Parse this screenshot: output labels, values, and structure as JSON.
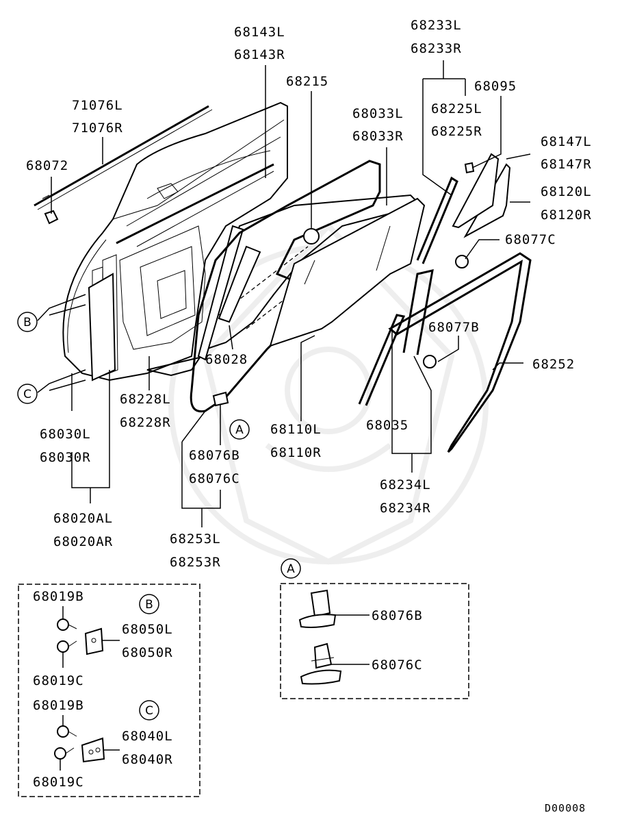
{
  "diagram_code": "D00008",
  "labels": {
    "p71076L": "71076L",
    "p71076R": "71076R",
    "p68072": "68072",
    "p68143L": "68143L",
    "p68143R": "68143R",
    "p68215": "68215",
    "p68233L": "68233L",
    "p68233R": "68233R",
    "p68095": "68095",
    "p68225L": "68225L",
    "p68225R": "68225R",
    "p68033L": "68033L",
    "p68033R": "68033R",
    "p68147L": "68147L",
    "p68147R": "68147R",
    "p68120L": "68120L",
    "p68120R": "68120R",
    "p68077C": "68077C",
    "p68077B": "68077B",
    "p68252": "68252",
    "p68028": "68028",
    "p68228L": "68228L",
    "p68228R": "68228R",
    "p68030L": "68030L",
    "p68030R": "68030R",
    "p68020AL": "68020AL",
    "p68020AR": "68020AR",
    "p68076B": "68076B",
    "p68076C": "68076C",
    "p68253L": "68253L",
    "p68253R": "68253R",
    "p68110L": "68110L",
    "p68110R": "68110R",
    "p68035": "68035",
    "p68234L": "68234L",
    "p68234R": "68234R"
  },
  "callouts": {
    "A": "A",
    "B": "B",
    "C": "C"
  },
  "inset_B": {
    "bolt_top": "68019B",
    "bolt_bottom": "68019C",
    "part_l": "68050L",
    "part_r": "68050R"
  },
  "inset_C": {
    "bolt_top": "68019B",
    "bolt_bottom": "68019C",
    "part_l": "68040L",
    "part_r": "68040R"
  },
  "inset_A": {
    "clip_b": "68076B",
    "clip_c": "68076C"
  }
}
